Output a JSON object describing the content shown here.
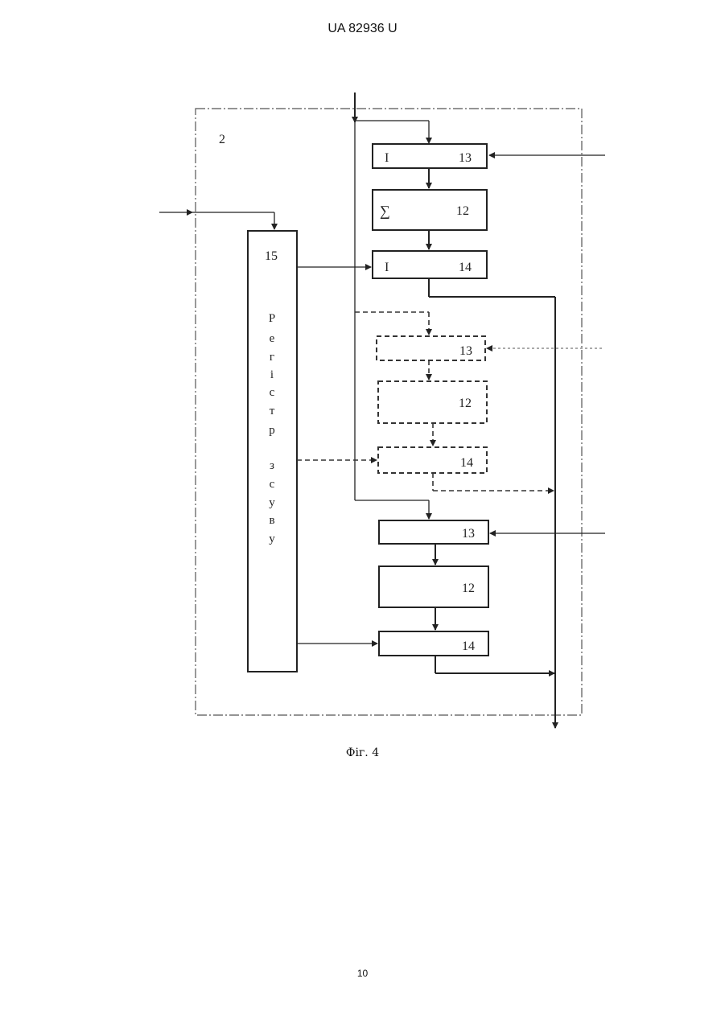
{
  "header": {
    "doc_id": "UA   82936   U"
  },
  "diagram": {
    "block_label": "2",
    "register": {
      "number": "15",
      "letters": [
        "Р",
        "е",
        "г",
        "і",
        "с",
        "т",
        "р",
        "з",
        "с",
        "у",
        "в",
        "у"
      ]
    },
    "top_group": {
      "b13_prefix": "I",
      "b13": "13",
      "b12_prefix": "∑",
      "b12": "12",
      "b14_prefix": "I",
      "b14": "14"
    },
    "mid_group": {
      "b13": "13",
      "b12": "12",
      "b14": "14"
    },
    "bot_group": {
      "b13": "13",
      "b12": "12",
      "b14": "14"
    }
  },
  "caption": "Фіг. 4",
  "page_number": "10"
}
